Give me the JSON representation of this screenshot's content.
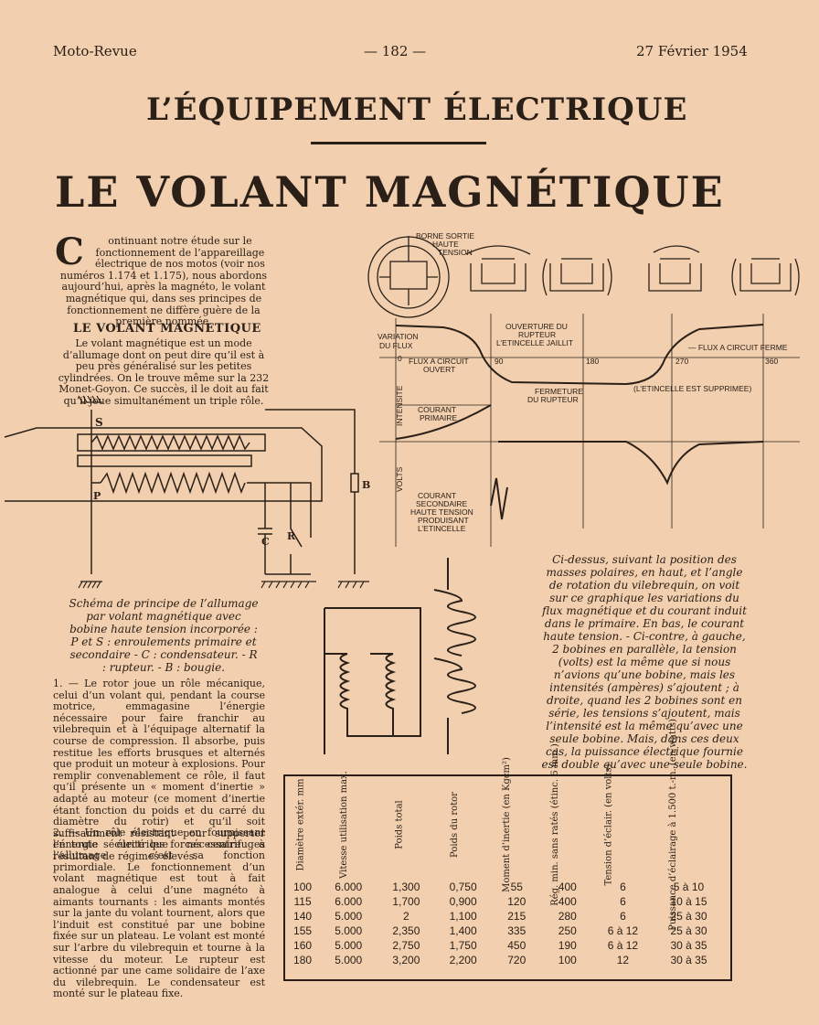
{
  "header": {
    "left": "Moto-Revue",
    "center": "— 182 —",
    "right": "27 Février 1954"
  },
  "supertitle": "L’ÉQUIPEMENT ÉLECTRIQUE",
  "title": "LE VOLANT MAGNÉTIQUE",
  "intro": {
    "dropcap": "C",
    "text": "ontinuant notre étude sur le fonctionnement de l’appareillage électrique de nos motos (voir nos numéros 1.174 et 1.175), nous abordons aujourd’hui, après la magnéto, le volant magnétique qui, dans ses principes de fonctionnement ne diffère guère de la première nommée."
  },
  "section_heading": "LE VOLANT MAGNETIQUE",
  "section_para": "Le volant magnétique est un mode d’allumage dont on peut dire qu’il est à peu près généralisé sur les petites cylindrées. On le trouve même sur la 232 Monet-Goyon. Ce succès, il le doit au fait qu’il joue simultanément un triple rôle.",
  "schematic": {
    "label_s": "S",
    "label_p": "P",
    "label_c": "C",
    "label_r": "R",
    "label_b": "B"
  },
  "schematic_caption": "Schéma de principe de l’allumage par volant magnétique avec bobine haute tension incorporée : P et S : enroulements primaire et secondaire - C : condensateur. - R : rupteur. - B : bougie.",
  "para1": "1. — Le rotor joue un rôle mécanique, celui d’un volant qui, pendant la course motrice, emmagasine l’énergie nécessaire pour faire franchir au vilebrequin et à l’équipage alternatif la course de compression. Il absorbe, puis restitue les efforts brusques et alternés que produit un moteur à explosions. Pour remplir convenablement ce rôle, il faut qu’il présente un « moment d’inertie » adapté au moteur (ce moment d’inertie étant fonction du poids et du carré du diamètre du rotir) et qu’il soit suffisamment résistant pour supporter en toute sécurité les forces centrifuges résultant de régimes élevés.",
  "para2": "2. — Un rôle électrique en fournissant l’énergie électrique nécessaire à l’allumage ; c’est sa fonction primordiale. Le fonctionnement d’un volant magnétique est tout à fait analogue à celui d’une magnéto à aimants tournants : les aimants montés sur la jante du volant tournent, alors que l’induit est constitué par une bobine fixée sur un plateau. Le volant est monté sur l’arbre du vilebrequin et tourne à la vitesse du moteur. Le rupteur est actionné par une came solidaire de l’axe du vilebrequin. Le condensateur est monté sur le plateau fixe.",
  "diagram": {
    "borne": "BORNE SORTIE",
    "haute": "HAUTE",
    "tension": "TENSION",
    "variation1": "VARIATION",
    "variation2": "DU FLUX",
    "ouverture1": "OUVERTURE DU",
    "ouverture2": "RUPTEUR",
    "ouverture3": "L’ETINCELLE JAILLIT",
    "flux_ouvert1": "FLUX A CIRCUIT",
    "flux_ouvert2": "OUVERT",
    "flux_ferme": "— FLUX A CIRCUIT FERME",
    "fermeture1": "FERMETURE",
    "fermeture2": "DU RUPTEUR",
    "supprimee": "(L’ETINCELLE EST SUPPRIMEE)",
    "intensite": "INTENSITE",
    "courant1": "COURANT",
    "courant2": "PRIMAIRE",
    "volts": "VOLTS",
    "sec1": "COURANT",
    "sec2": "SECONDAIRE",
    "sec3": "HAUTE TENSION",
    "sec4": "PRODUISANT",
    "sec5": "L’ETINCELLE",
    "deg0": "0",
    "deg90": "90",
    "deg180": "180",
    "deg270": "270",
    "deg360": "360"
  },
  "right_caption": "Ci-dessus, suivant la position des masses polaires, en haut, et l’angle de rotation du vilebrequin, on voit sur ce graphique les variations du flux magnétique et du courant induit dans le primaire. En bas, le courant haute tension. - Ci-contre, à gauche, 2 bobines en parallèle, la tension (volts) est la même que si nous n’avions qu’une bobine, mais les intensités (ampères) s’ajoutent ; à droite, quand les 2 bobines sont en série, les tensions s’ajoutent, mais l’intensité est la même qu’avec une seule bobine. Mais, dans ces deux cas, la puissance électrique fournie est double qu’avec une seule bobine.",
  "table": {
    "headers": [
      "Diamètre extér. mm",
      "Vitesse utilisation max.",
      "Poids total",
      "Poids du rotor",
      "Moment d’inertie (en Kgcm²)",
      "Rég. min. sans ratés (étinc. 6 mm.)",
      "Tension d’éclair. (en volts)",
      "Puissance d’éclairage à 1.500 t.-m. (en watts)"
    ],
    "rows": [
      [
        "100",
        "6.000",
        "1,300",
        "0,750",
        "55",
        "400",
        "6",
        "5 à 10"
      ],
      [
        "115",
        "6.000",
        "1,700",
        "0,900",
        "120",
        "400",
        "6",
        "10 à 15"
      ],
      [
        "140",
        "5.000",
        "2",
        "1,100",
        "215",
        "280",
        "6",
        "25 à 30"
      ],
      [
        "155",
        "5.000",
        "2,350",
        "1,400",
        "335",
        "250",
        "6 à 12",
        "25 à 30"
      ],
      [
        "160",
        "5.000",
        "2,750",
        "1,750",
        "450",
        "190",
        "6 à 12",
        "30 à 35"
      ],
      [
        "180",
        "5.000",
        "3,200",
        "2,200",
        "720",
        "100",
        "12",
        "30 à 35"
      ]
    ]
  }
}
